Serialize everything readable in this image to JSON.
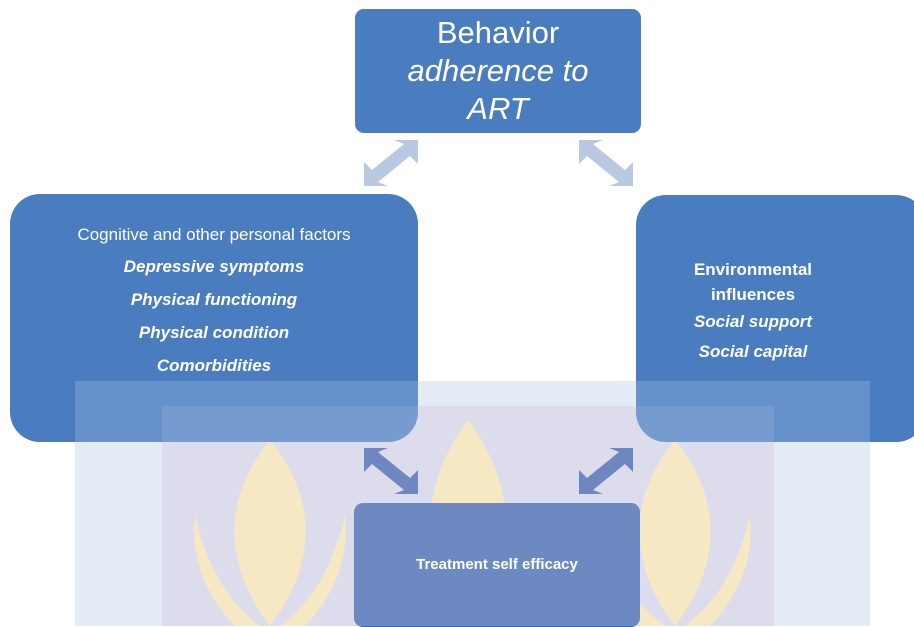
{
  "diagram": {
    "top": {
      "title": "Behavior",
      "subtitle": "adherence to ART"
    },
    "left": {
      "heading": "Cognitive and other personal factors",
      "items": [
        "Depressive symptoms",
        "Physical functioning",
        "Physical condition",
        "Comorbidities"
      ]
    },
    "right": {
      "heading": "Environmental influences",
      "items": [
        "Social support",
        "Social capital"
      ]
    },
    "bottom": {
      "label": "Treatment self efficacy"
    }
  },
  "colors": {
    "box_fill": "#4a7cc0",
    "box_fill_bottom": "#3d64ad",
    "arrow_upper": "#b9c9e2",
    "arrow_lower": "#6f87c0",
    "watermark_band": "#7f9acc",
    "watermark_leaf": "#f3d66a"
  }
}
